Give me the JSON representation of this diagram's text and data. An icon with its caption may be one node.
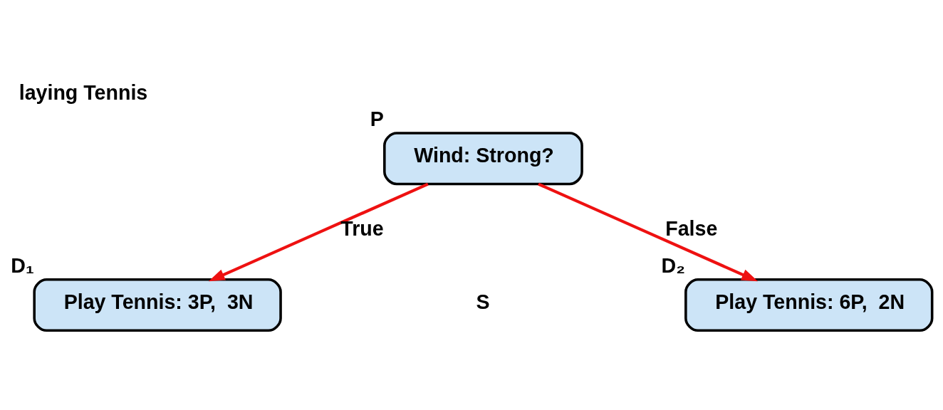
{
  "diagram": {
    "title": "laying Tennis",
    "nodes": [
      {
        "text": [
          "Wind: Strong?"
        ],
        "beside": [
          "P"
        ]
      },
      {
        "text": [
          "Play Tennis: 3P,  3N"
        ],
        "beside": [
          "D₁"
        ]
      },
      {
        "text": [
          "Play Tennis: 6P,  2N"
        ],
        "beside": [
          "D₂"
        ]
      }
    ],
    "edges": [
      {
        "from": 0,
        "to": 1,
        "arrow": "to",
        "label": "True"
      },
      {
        "from": 0,
        "to": 2,
        "arrow": "to",
        "label": "False"
      }
    ],
    "labels": [
      "S"
    ]
  }
}
